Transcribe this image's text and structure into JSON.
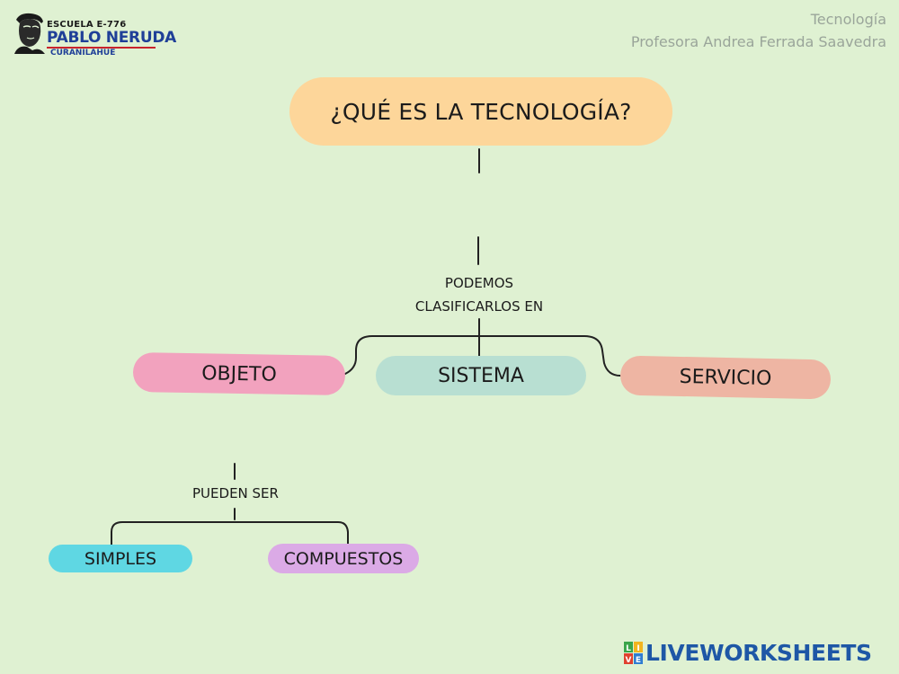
{
  "logo": {
    "line1": "ESCUELA E-776",
    "line2": "PABLO NERUDA",
    "line3": "CURANILAHUE"
  },
  "header": {
    "subject": "Tecnología",
    "teacher": "Profesora Andrea Ferrada Saavedra"
  },
  "diagram": {
    "title": "¿QUÉ ES LA TECNOLOGÍA?",
    "classify_label_line1": "PODEMOS",
    "classify_label_line2": "CLASIFICARLOS EN",
    "categories": [
      "OBJETO",
      "SISTEMA",
      "SERVICIO"
    ],
    "sub_label": "PUEDEN SER",
    "subcategories": [
      "SIMPLES",
      "COMPUESTOS"
    ]
  },
  "colors": {
    "background": "#dff1d2",
    "title": "#fdd69a",
    "objeto": "#f2a2be",
    "sistema": "#b8dfd2",
    "servicio": "#eeb5a3",
    "simples": "#5fd7e3",
    "compuestos": "#dbaae6"
  },
  "brand": {
    "name": "LIVEWORKSHEETS",
    "icon_letters": [
      "L",
      "I",
      "V",
      "E"
    ]
  }
}
